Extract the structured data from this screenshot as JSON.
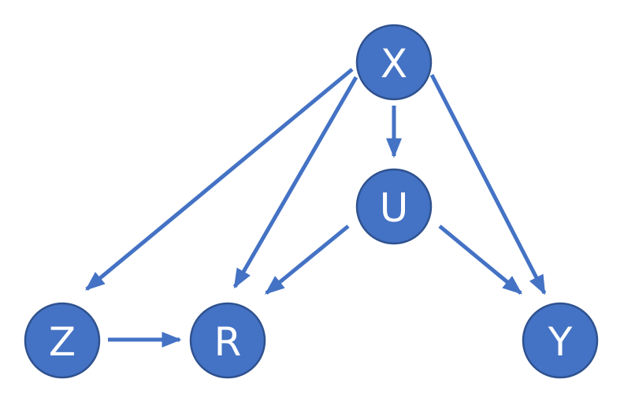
{
  "colors": {
    "node_fill": "#4472C4",
    "node_border": "#2F528F",
    "edge": "#4472C4",
    "label": "#ffffff"
  },
  "nodes": {
    "x": {
      "label": "X"
    },
    "u": {
      "label": "U"
    },
    "z": {
      "label": "Z"
    },
    "r": {
      "label": "R"
    },
    "y": {
      "label": "Y"
    }
  },
  "edges": [
    {
      "from": "X",
      "to": "Z"
    },
    {
      "from": "X",
      "to": "R"
    },
    {
      "from": "X",
      "to": "U"
    },
    {
      "from": "X",
      "to": "Y"
    },
    {
      "from": "U",
      "to": "R"
    },
    {
      "from": "U",
      "to": "Y"
    },
    {
      "from": "Z",
      "to": "R"
    }
  ]
}
